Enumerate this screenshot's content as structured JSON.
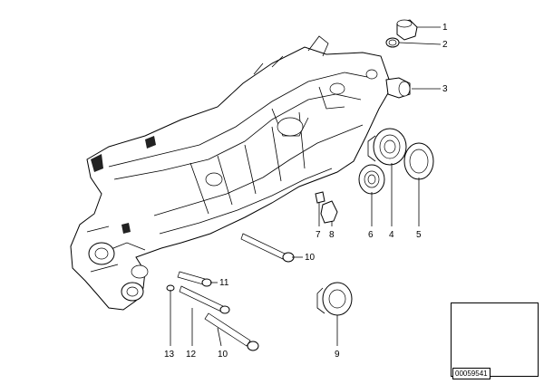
{
  "callouts": [
    {
      "id": "c1",
      "label": "1"
    },
    {
      "id": "c2",
      "label": "2"
    },
    {
      "id": "c3",
      "label": "3"
    },
    {
      "id": "c4",
      "label": "4"
    },
    {
      "id": "c5",
      "label": "5"
    },
    {
      "id": "c6",
      "label": "6"
    },
    {
      "id": "c7",
      "label": "7"
    },
    {
      "id": "c8",
      "label": "8"
    },
    {
      "id": "c9",
      "label": "9"
    },
    {
      "id": "c10a",
      "label": "10"
    },
    {
      "id": "c10b",
      "label": "10"
    },
    {
      "id": "c11",
      "label": "11"
    },
    {
      "id": "c12",
      "label": "12"
    },
    {
      "id": "c13",
      "label": "13"
    }
  ],
  "thumbnail": {
    "code": "00059541"
  }
}
